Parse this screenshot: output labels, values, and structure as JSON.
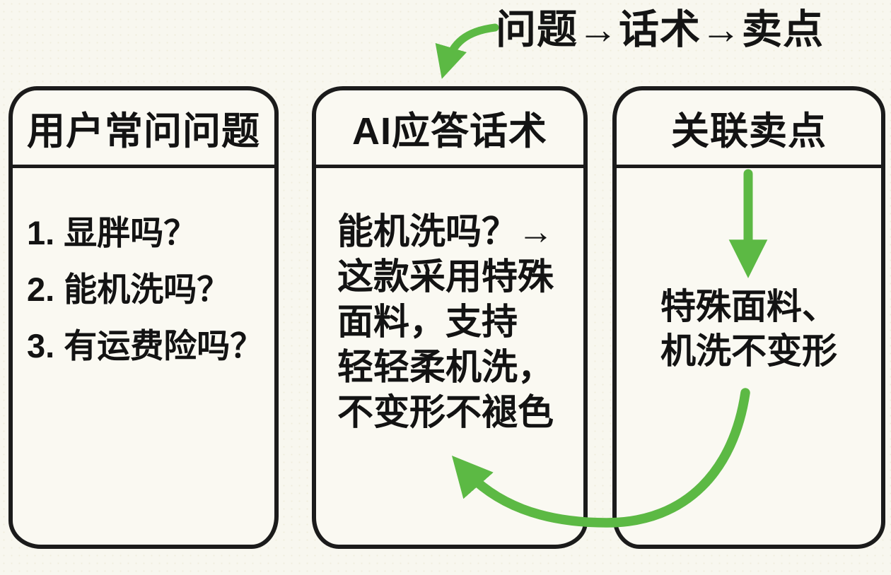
{
  "canvas": {
    "background": "#f8f7ef",
    "card_background": "#faf9f2",
    "ink": "#1b1b1b",
    "accent_green": "#5cb944"
  },
  "flow_title": {
    "text": "问题→话术→卖点"
  },
  "arrows": {
    "intro": "curved-arrow-down-left-icon",
    "header_to_points": "arrow-down-icon",
    "points_to_script": "curved-arrow-up-left-icon"
  },
  "cards": [
    {
      "title": "用户常问问题",
      "items": [
        "1. 显胖吗？",
        "2. 能机洗吗？",
        "3. 有运费险吗？"
      ]
    },
    {
      "title": "AI应答话术",
      "lines": [
        "能机洗吗？→",
        "这款采用特殊",
        "面料，支持",
        "轻轻柔机洗，",
        "不变形不褪色"
      ]
    },
    {
      "title": "关联卖点",
      "lines": [
        "特殊面料、",
        "机洗不变形"
      ]
    }
  ]
}
